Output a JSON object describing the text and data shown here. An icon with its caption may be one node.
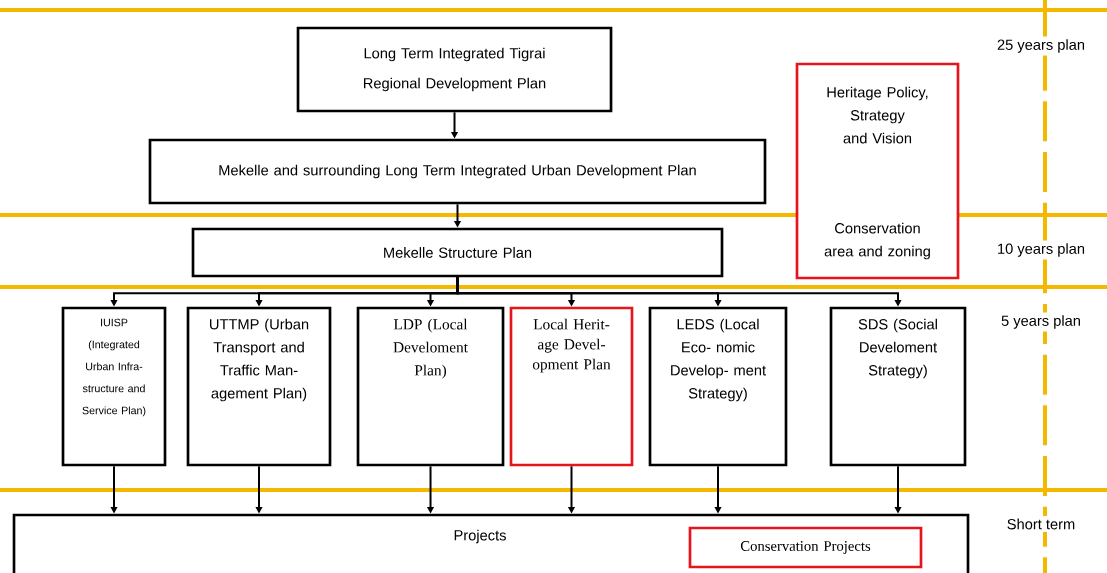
{
  "diagram": {
    "nodes": [
      {
        "text": [
          "Long Term Integrated Tigrai Regional Development Plan"
        ]
      },
      {
        "text": [
          "Mekelle and surrounding Long Term Integrated Urban Development Plan"
        ]
      },
      {
        "text": [
          "Mekelle Structure Plan"
        ]
      },
      {
        "text": [
          "IUISP (Integrated Urban Infra- structure and Service Plan)"
        ]
      },
      {
        "text": [
          "UTTMP (Urban Transport and Traffic Man- agement Plan)"
        ]
      },
      {
        "text": [
          "LDP (Local Develoment Plan)"
        ]
      },
      {
        "text": [
          "Local Herit- age Devel- opment Plan"
        ]
      },
      {
        "text": [
          "LEDS (Local Eco- nomic Develop- ment Strategy)"
        ]
      },
      {
        "text": [
          "SDS (Social Develoment Strategy)"
        ]
      },
      {
        "text": [
          "Heritage Policy, Strategy and Vision",
          "Conservation area and zoning"
        ]
      },
      {
        "text": [
          "Projects"
        ]
      },
      {
        "text": [
          "Conservation Projects"
        ],
        "in": 10
      }
    ],
    "edges": [
      {
        "from": 0,
        "to": 1,
        "arrow": "to"
      },
      {
        "from": 1,
        "to": 2,
        "arrow": "to"
      },
      {
        "from": 2,
        "to": 3,
        "arrow": "to"
      },
      {
        "from": 2,
        "to": 4,
        "arrow": "to"
      },
      {
        "from": 2,
        "to": 5,
        "arrow": "to"
      },
      {
        "from": 2,
        "to": 6,
        "arrow": "to"
      },
      {
        "from": 2,
        "to": 7,
        "arrow": "to"
      },
      {
        "from": 2,
        "to": 8,
        "arrow": "to"
      },
      {
        "from": 3,
        "to": 10,
        "arrow": "to"
      },
      {
        "from": 4,
        "to": 10,
        "arrow": "to"
      },
      {
        "from": 5,
        "to": 10,
        "arrow": "to"
      },
      {
        "from": 6,
        "to": 10,
        "arrow": "to"
      },
      {
        "from": 7,
        "to": 10,
        "arrow": "to"
      },
      {
        "from": 8,
        "to": 10,
        "arrow": "to"
      }
    ],
    "labels": [
      "25 years plan",
      "10 years plan",
      "5 years plan",
      "Short term"
    ]
  }
}
